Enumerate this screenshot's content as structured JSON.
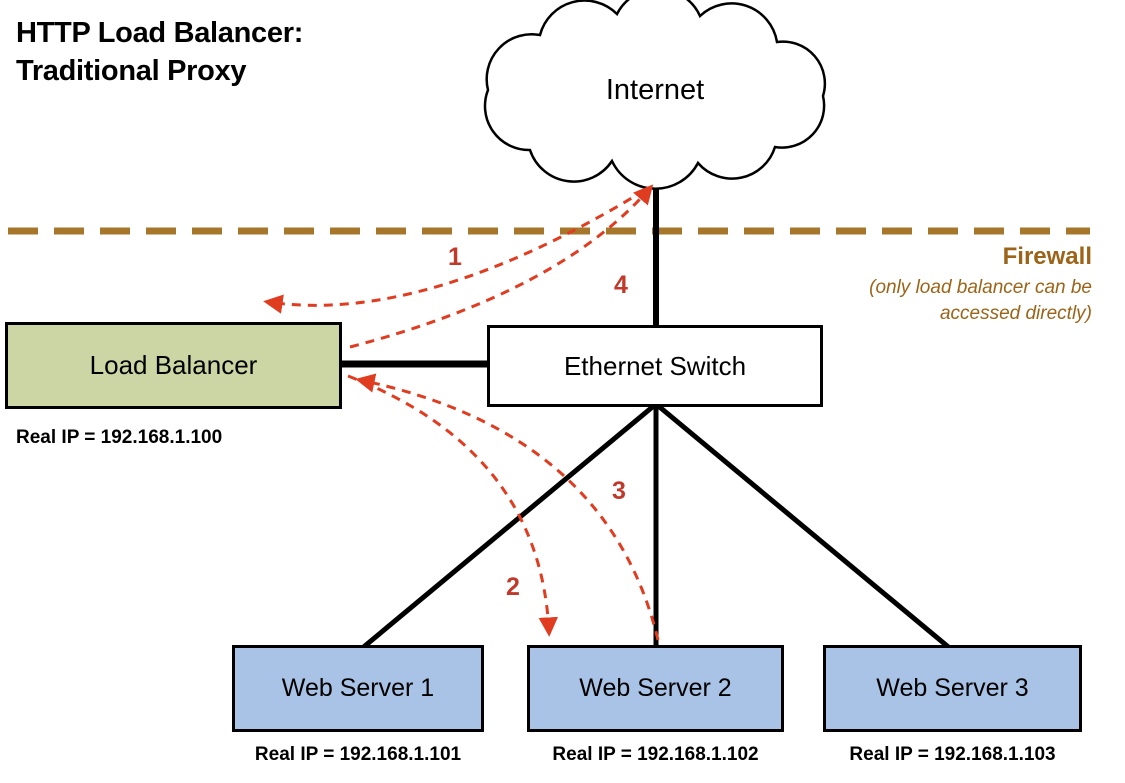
{
  "title": {
    "line1": "HTTP Load Balancer:",
    "line2": "Traditional Proxy"
  },
  "internet": {
    "label": "Internet"
  },
  "firewall": {
    "label": "Firewall",
    "note_line1": "(only load balancer can be",
    "note_line2": "accessed directly)"
  },
  "load_balancer": {
    "label": "Load Balancer",
    "real_ip": "Real IP = 192.168.1.100"
  },
  "ethernet_switch": {
    "label": "Ethernet Switch"
  },
  "web_servers": [
    {
      "label": "Web Server 1",
      "real_ip": "Real IP = 192.168.1.101"
    },
    {
      "label": "Web Server 2",
      "real_ip": "Real IP = 192.168.1.102"
    },
    {
      "label": "Web Server 3",
      "real_ip": "Real IP = 192.168.1.103"
    }
  ],
  "flow_steps": [
    "1",
    "2",
    "3",
    "4"
  ],
  "colors": {
    "load_balancer_fill": "#ccd6a4",
    "web_server_fill": "#a9c3e6",
    "firewall_line": "#a6772b",
    "firewall_text": "#9c6418",
    "flow_arrow": "#e03c20",
    "flow_number": "#c0392b",
    "connector_line": "#000000"
  }
}
